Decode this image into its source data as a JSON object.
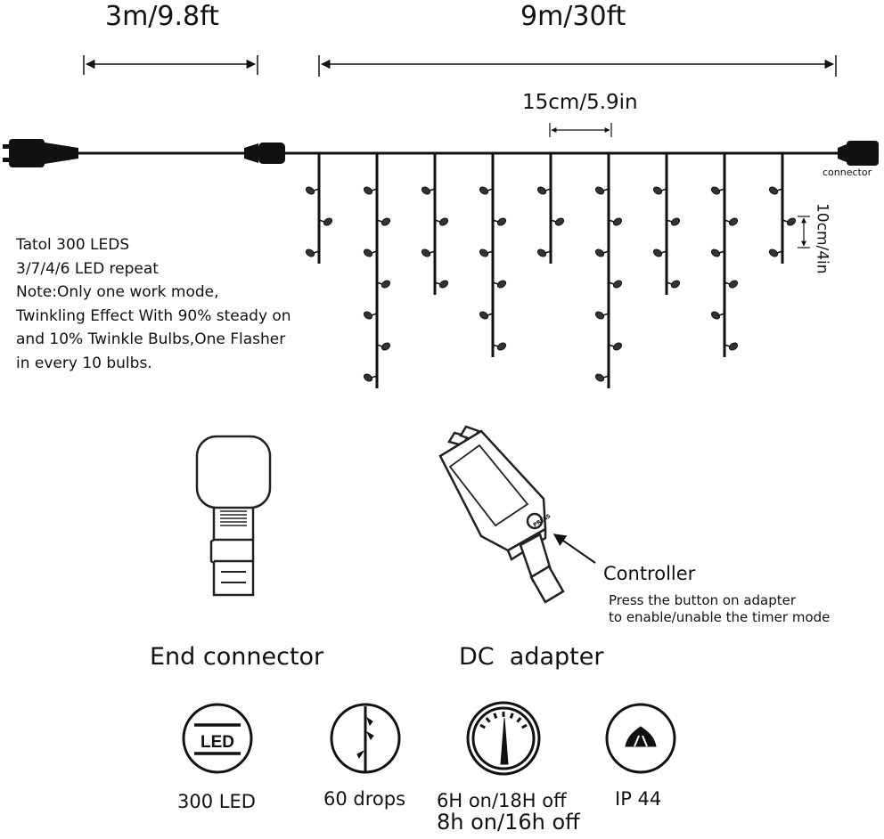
{
  "dimensions": {
    "lead_cable": "3m/9.8ft",
    "light_length": "9m/30ft",
    "drop_spacing": "15cm/5.9in",
    "bulb_spacing": "10cm/4in",
    "connector_label": "connector"
  },
  "note": {
    "lines": [
      "Tatol 300 LEDS",
      "3/7/4/6 LED repeat",
      "Note:Only one work mode,",
      "Twinkling Effect With 90% steady on",
      "and 10% Twinkle Bulbs,One Flasher",
      "in every 10 bulbs."
    ]
  },
  "drop_pattern": [
    3,
    7,
    4,
    6,
    3,
    7,
    4,
    6,
    3
  ],
  "end_connector": {
    "caption": "End connector"
  },
  "adapter": {
    "caption": "DC  adapter",
    "press_label": "PRESS",
    "controller_label": "Controller",
    "instruction_line1": "Press the button on adapter",
    "instruction_line2": "to enable/unable the timer mode"
  },
  "features": [
    {
      "icon": "led-icon",
      "badge": "LED",
      "label": "300 LED"
    },
    {
      "icon": "drops-icon",
      "label": "60 drops"
    },
    {
      "icon": "timer-gauge-icon",
      "label": "6H on/18H off",
      "label2": "8h on/16h off"
    },
    {
      "icon": "ip-bulb-icon",
      "label": "IP 44"
    }
  ],
  "colors": {
    "line": "#111111",
    "bulb": "#333333"
  }
}
